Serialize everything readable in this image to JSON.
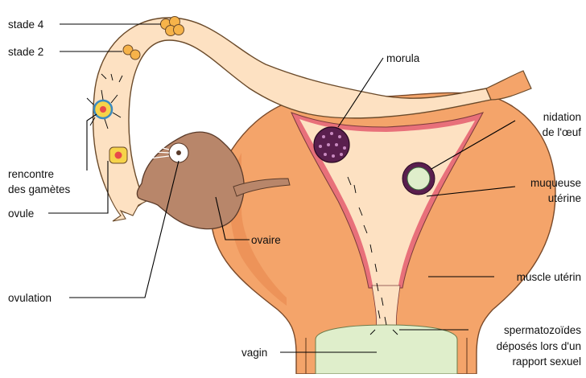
{
  "labels": {
    "stade4": "stade 4",
    "stade2": "stade 2",
    "rencontre_line1": "rencontre",
    "rencontre_line2": "des gamètes",
    "ovule": "ovule",
    "ovulation": "ovulation",
    "ovaire": "ovaire",
    "morula": "morula",
    "nidation_line1": "nidation",
    "nidation_line2": "de l'œuf",
    "muqueuse_line1": "muqueuse",
    "muqueuse_line2": "utérine",
    "muscle": "muscle utérin",
    "spz_line1": "spermatozoïdes",
    "spz_line2": "déposés lors d'un",
    "spz_line3": "rapport sexuel",
    "vagin": "vagin"
  },
  "colors": {
    "muscle": "#f4a46a",
    "tube_lumen": "#fde1c2",
    "mucosa": "#e8707a",
    "ovary": "#b8866a",
    "vagina_lumen": "#dfeecb",
    "morula": "#5a1f4e",
    "outline": "#5a3b2a"
  }
}
